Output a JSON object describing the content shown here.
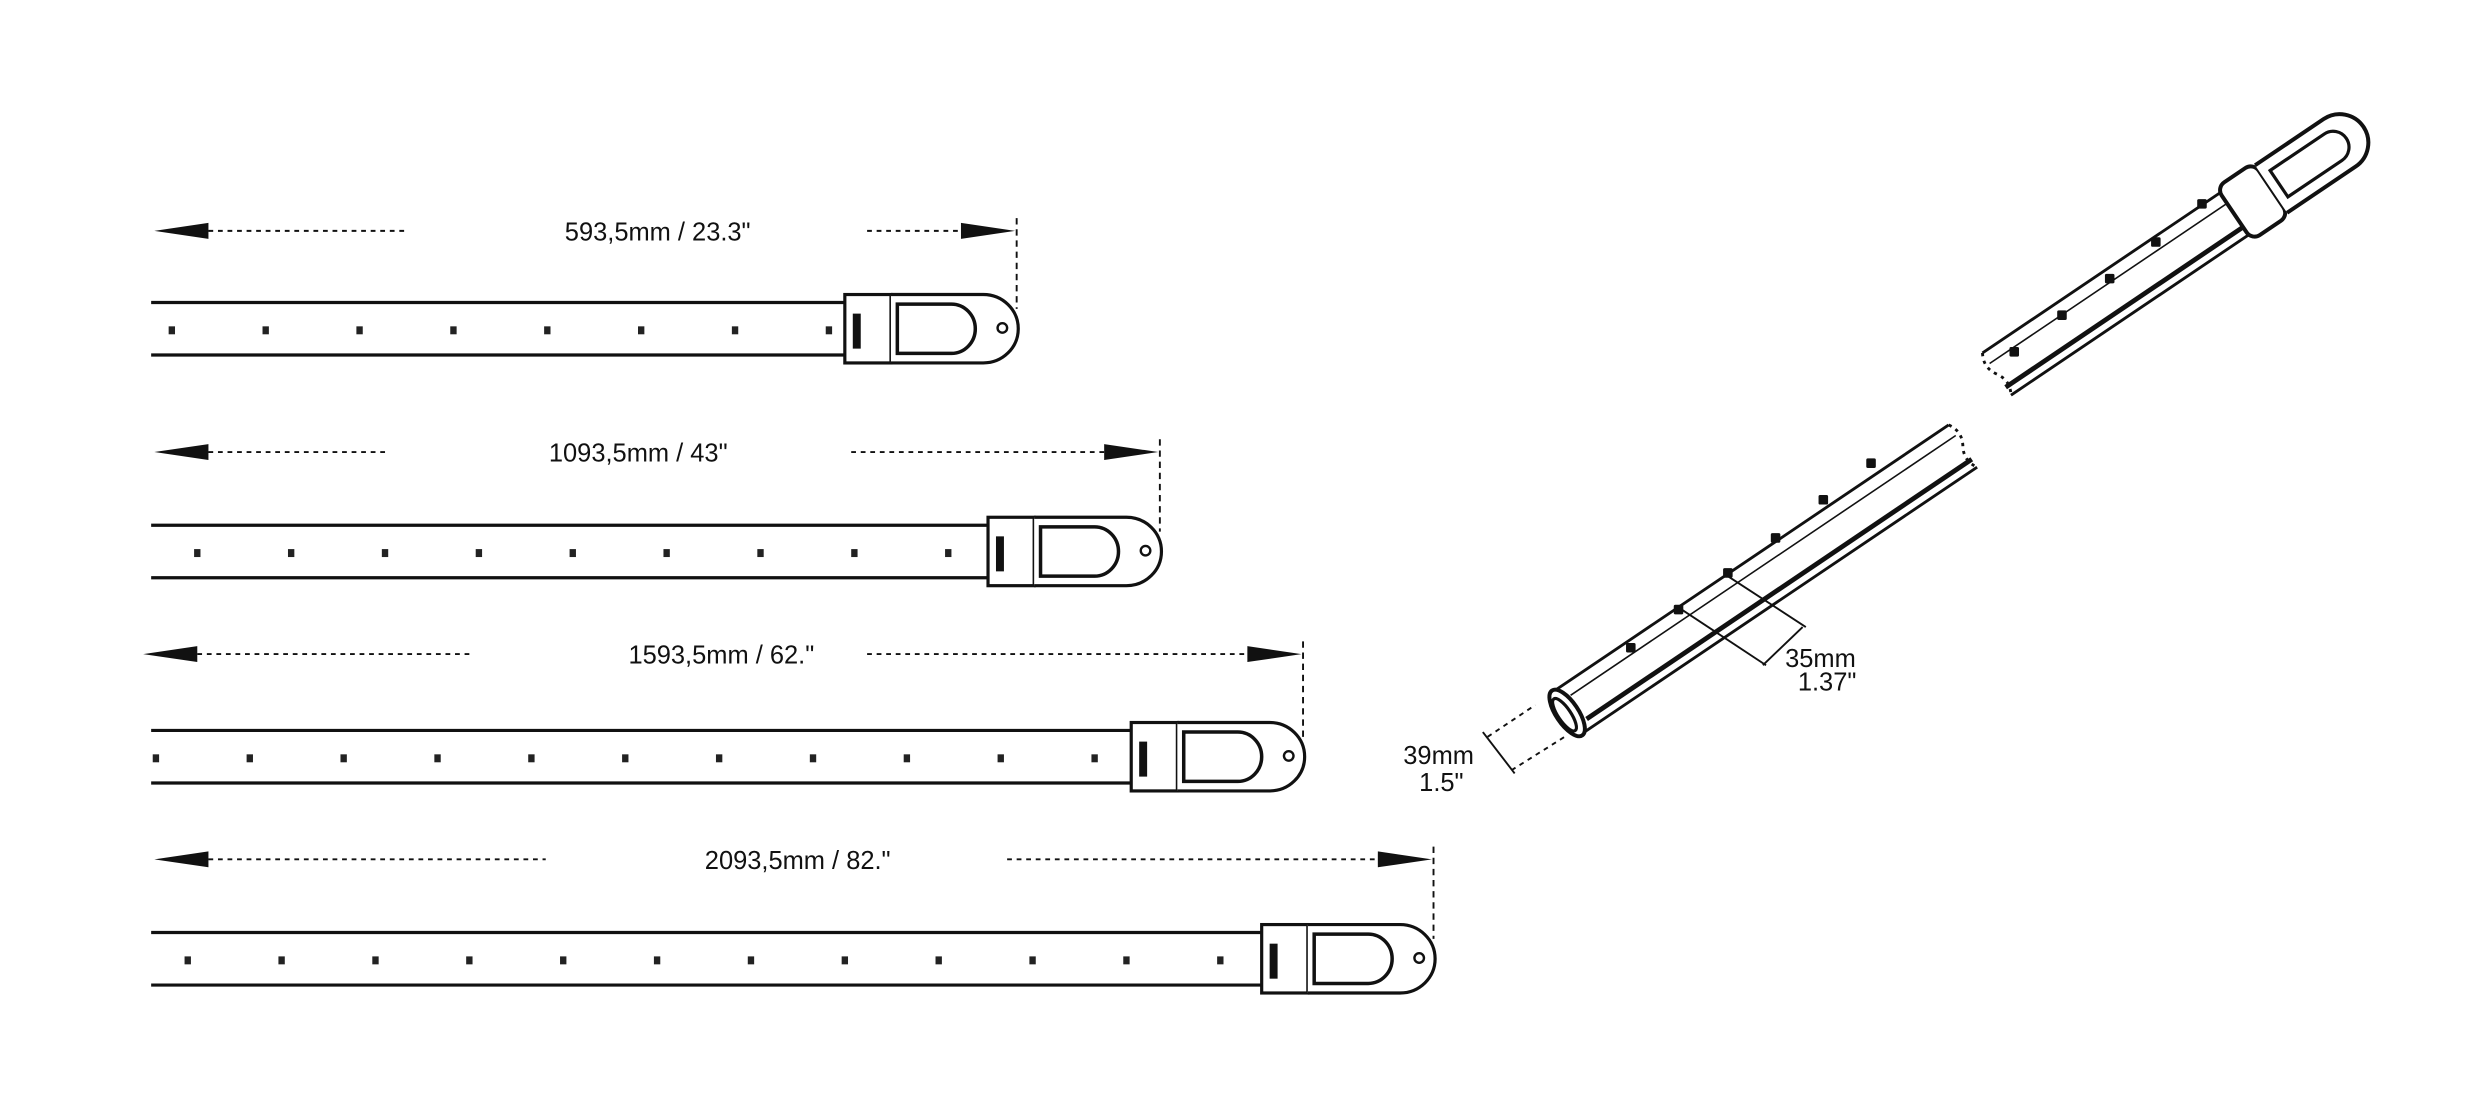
{
  "bars": [
    {
      "label": "593,5mm / 23.3\"",
      "holes": 8
    },
    {
      "label": "1093,5mm / 43\"",
      "holes": 9
    },
    {
      "label": "1593,5mm / 62.\"",
      "holes": 11
    },
    {
      "label": "2093,5mm / 82.\"",
      "holes": 12
    }
  ],
  "iso": {
    "spacing_mm": "35mm",
    "spacing_in": "1.37\"",
    "diameter_mm": "39mm",
    "diameter_in": "1.5\""
  }
}
